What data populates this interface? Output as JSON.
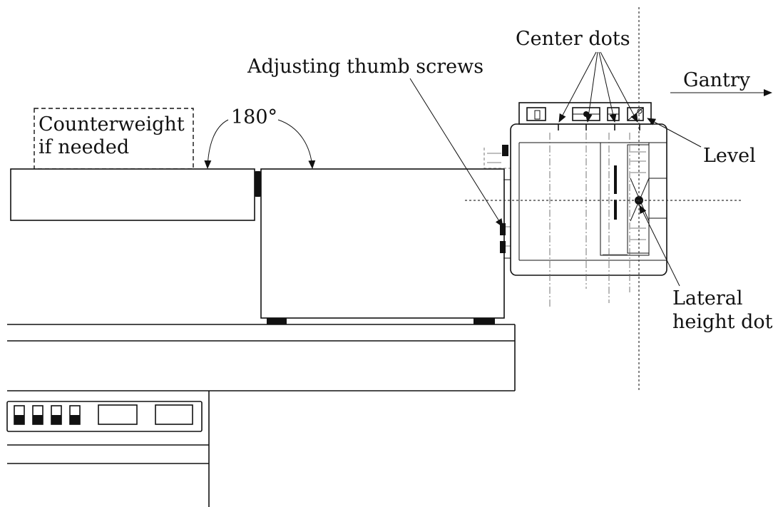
{
  "labels": {
    "center_dots": "Center dots",
    "gantry": "Gantry",
    "adjusting_thumb_screws": "Adjusting thumb screws",
    "counterweight_line1": "Counterweight",
    "counterweight_line2": "if needed",
    "angle": "180°",
    "level": "Level",
    "lateral_line1": "Lateral",
    "lateral_line2": "height dot"
  }
}
